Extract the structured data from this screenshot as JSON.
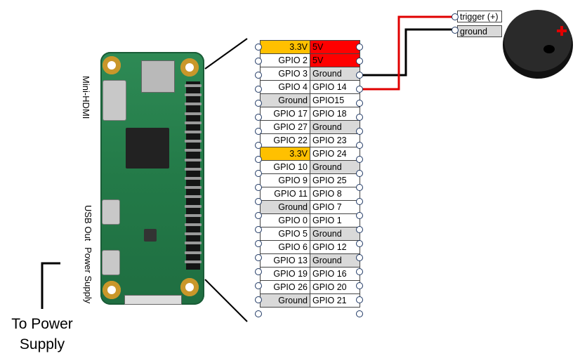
{
  "board_labels": {
    "mini_hdmi": "Mini-HDMI",
    "usb_out": "USB Out",
    "power_supply": "Power Supply"
  },
  "caption": {
    "line1": "To Power",
    "line2": "Supply"
  },
  "gpio_rows": [
    {
      "left": "3.3V",
      "left_color": "#ffc000",
      "right": "5V",
      "right_color": "#ff0000"
    },
    {
      "left": "GPIO 2",
      "left_color": "#ffffff",
      "right": "5V",
      "right_color": "#ff0000"
    },
    {
      "left": "GPIO 3",
      "left_color": "#ffffff",
      "right": "Ground",
      "right_color": "#d9d9d9"
    },
    {
      "left": "GPIO 4",
      "left_color": "#ffffff",
      "right": "GPIO 14",
      "right_color": "#ffffff"
    },
    {
      "left": "Ground",
      "left_color": "#d9d9d9",
      "right": "GPIO15",
      "right_color": "#ffffff"
    },
    {
      "left": "GPIO 17",
      "left_color": "#ffffff",
      "right": "GPIO 18",
      "right_color": "#ffffff"
    },
    {
      "left": "GPIO 27",
      "left_color": "#ffffff",
      "right": "Ground",
      "right_color": "#d9d9d9"
    },
    {
      "left": "GPIO 22",
      "left_color": "#ffffff",
      "right": "GPIO 23",
      "right_color": "#ffffff"
    },
    {
      "left": "3.3V",
      "left_color": "#ffc000",
      "right": "GPIO 24",
      "right_color": "#ffffff"
    },
    {
      "left": "GPIO 10",
      "left_color": "#ffffff",
      "right": "Ground",
      "right_color": "#d9d9d9"
    },
    {
      "left": "GPIO 9",
      "left_color": "#ffffff",
      "right": "GPIO 25",
      "right_color": "#ffffff"
    },
    {
      "left": "GPIO 11",
      "left_color": "#ffffff",
      "right": "GPIO 8",
      "right_color": "#ffffff"
    },
    {
      "left": "Ground",
      "left_color": "#d9d9d9",
      "right": "GPIO 7",
      "right_color": "#ffffff"
    },
    {
      "left": "GPIO 0",
      "left_color": "#ffffff",
      "right": "GPIO 1",
      "right_color": "#ffffff"
    },
    {
      "left": "GPIO 5",
      "left_color": "#ffffff",
      "right": "Ground",
      "right_color": "#d9d9d9"
    },
    {
      "left": "GPIO 6",
      "left_color": "#ffffff",
      "right": "GPIO 12",
      "right_color": "#ffffff"
    },
    {
      "left": "GPIO 13",
      "left_color": "#ffffff",
      "right": "Ground",
      "right_color": "#d9d9d9"
    },
    {
      "left": "GPIO 19",
      "left_color": "#ffffff",
      "right": "GPIO 16",
      "right_color": "#ffffff"
    },
    {
      "left": "GPIO 26",
      "left_color": "#ffffff",
      "right": "GPIO 20",
      "right_color": "#ffffff"
    },
    {
      "left": "Ground",
      "left_color": "#d9d9d9",
      "right": "GPIO 21",
      "right_color": "#ffffff"
    }
  ],
  "buzzer": {
    "trigger_label": "trigger (+)",
    "ground_label": "ground"
  },
  "wire_colors": {
    "signal": "#e00000",
    "ground": "#000000"
  }
}
